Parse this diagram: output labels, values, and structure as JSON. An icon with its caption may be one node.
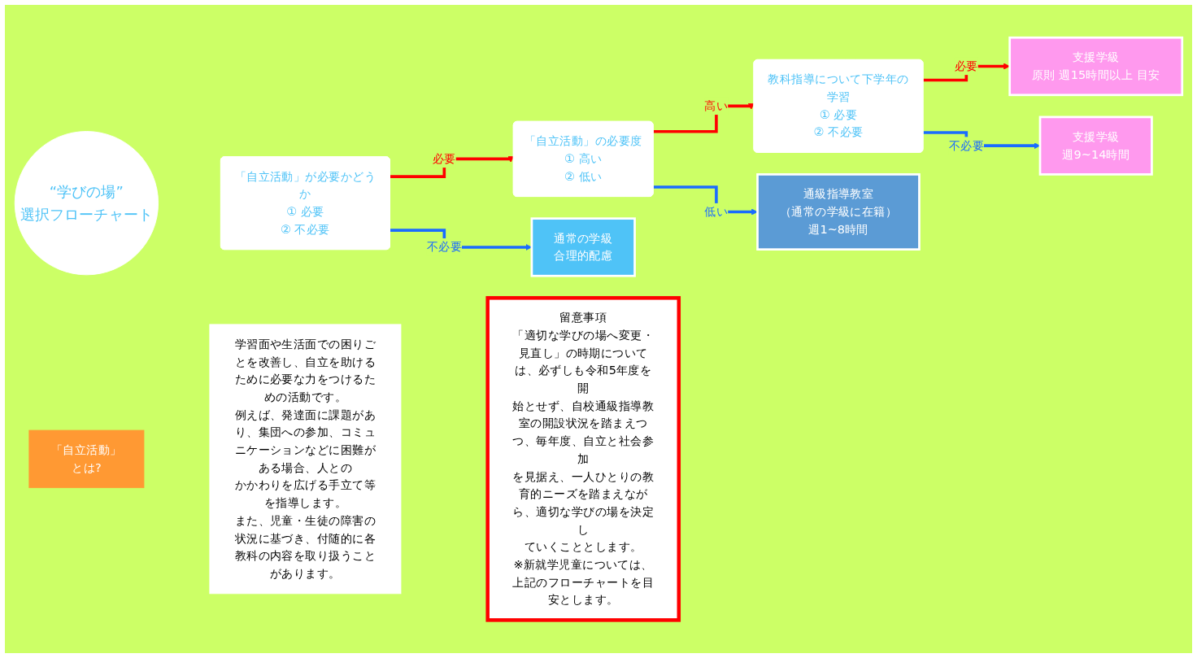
{
  "diagram": {
    "nodes": [
      {
        "text": [
          "“学びの場”",
          "選択フローチャート"
        ]
      },
      {
        "text": [
          "「自立活動」が必要かどうか",
          "① 必要",
          "② 不必要"
        ]
      },
      {
        "text": [
          "「自立活動」の必要度",
          "① 高い",
          "② 低い"
        ]
      },
      {
        "text": [
          "教科指導について下学年の学習",
          "① 必要",
          "② 不必要"
        ]
      },
      {
        "text": [
          "支援学級",
          "原則 週15時間以上 目安"
        ]
      },
      {
        "text": [
          "支援学級",
          "週9~14時間"
        ]
      },
      {
        "text": [
          "通級指導教室",
          "（通常の学級に在籍）",
          "週1~8時間"
        ]
      },
      {
        "text": [
          "通常の学級",
          "合理的配慮"
        ]
      },
      {
        "text": [
          "「自立活動」",
          "とは?"
        ]
      },
      {
        "text": [
          "学習面や生活面での困りごとを改善し、自立を助けるために必要な力をつけるための活動です。",
          "例えば、発達面に課題があり、集団への参加、コミュニケーションなどに困難がある場合、人とのかかわりを広げる手立て等を指導します。",
          "また、児童・生徒の障害の状況に基づき、付随的に各教科の内容を取り扱うことがあります。"
        ]
      },
      {
        "text": [
          "留意事項",
          "「適切な学びの場へ変更・見直し」の時期については、必ずしも令和5年度を開始とせず、自校通級指導教室の開設状況を踏まえつつ、毎年度、自立と社会参加を見据え、一人ひとりの教育的ニーズを踏まえながら、適切な学びの場を決定していくこととします。",
          "※新就学児童については、上記のフローチャートを目安とします。"
        ]
      }
    ],
    "edges": [
      {
        "from": 1,
        "to": 2,
        "arrow": "to",
        "label": "必要",
        "color": "#ff0000"
      },
      {
        "from": 1,
        "to": 7,
        "arrow": "to",
        "label": "不必要",
        "color": "#1a6cff"
      },
      {
        "from": 2,
        "to": 3,
        "arrow": "to",
        "label": "高い",
        "color": "#ff0000"
      },
      {
        "from": 2,
        "to": 6,
        "arrow": "to",
        "label": "低い",
        "color": "#1a6cff"
      },
      {
        "from": 3,
        "to": 4,
        "arrow": "to",
        "label": "必要",
        "color": "#ff0000"
      },
      {
        "from": 3,
        "to": 5,
        "arrow": "to",
        "label": "不必要",
        "color": "#1a6cff"
      }
    ]
  }
}
